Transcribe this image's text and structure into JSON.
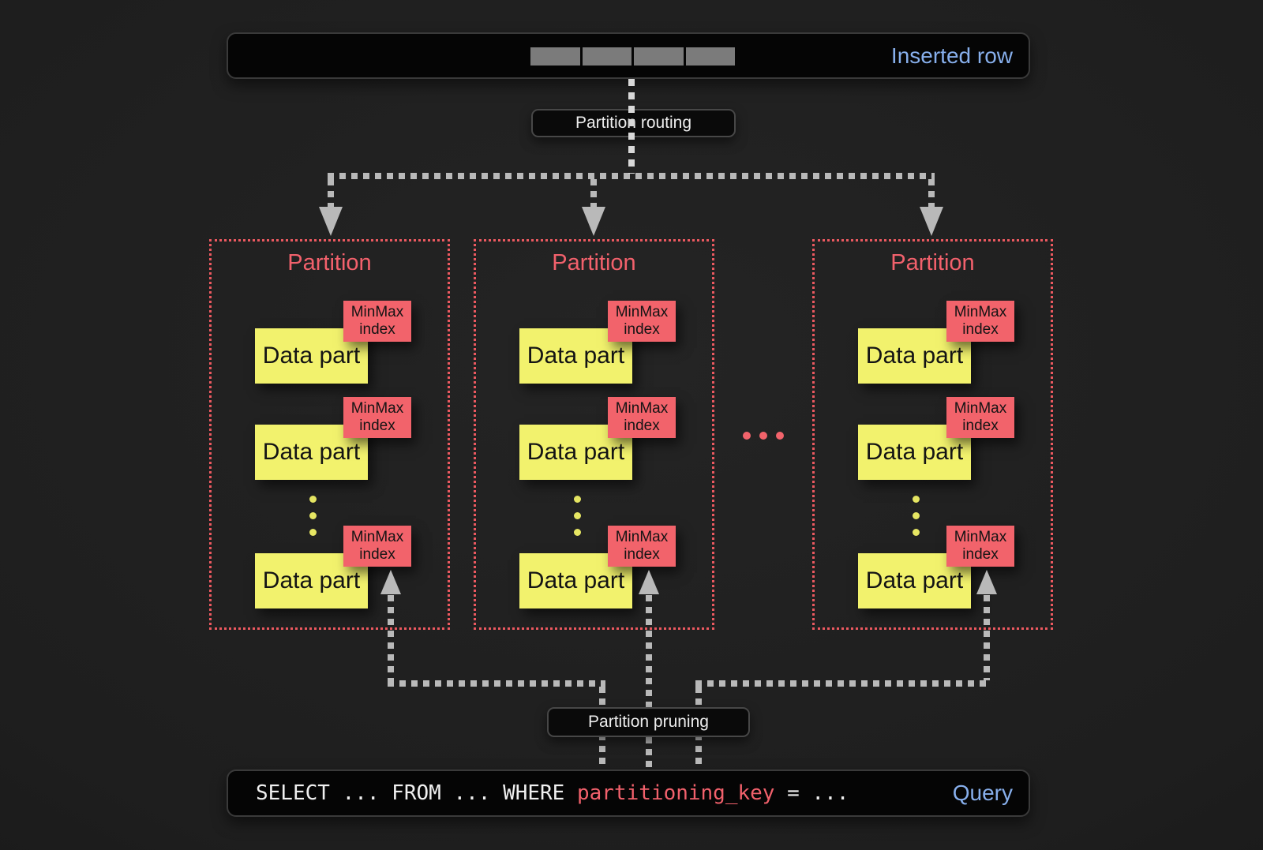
{
  "colors": {
    "bar_bg": "#050505",
    "accent_blue": "#87afec",
    "accent_red": "#f2616c",
    "accent_red_border": "#ec5960",
    "tag_red": "#f2636b",
    "part_yellow": "#f2f26d",
    "dot_yellow": "#e6e663",
    "arrow_gray": "#b9b9b9",
    "line_white": "#d8d8d8",
    "segment_gray": "#7b7b7b",
    "text_white": "#ededed",
    "sql_text": "#f0f0f0"
  },
  "inserted_row_bar": {
    "label": "Inserted row",
    "segments": 4
  },
  "routing_pill": {
    "label": "Partition routing"
  },
  "pruning_pill": {
    "label": "Partition pruning"
  },
  "partitions": [
    {
      "title": "Partition",
      "data_parts": [
        {
          "label": "Data part",
          "tag": "MinMax index"
        },
        {
          "label": "Data part",
          "tag": "MinMax index"
        },
        {
          "label": "Data part",
          "tag": "MinMax index"
        }
      ]
    },
    {
      "title": "Partition",
      "data_parts": [
        {
          "label": "Data part",
          "tag": "MinMax index"
        },
        {
          "label": "Data part",
          "tag": "MinMax index"
        },
        {
          "label": "Data part",
          "tag": "MinMax index"
        }
      ]
    },
    {
      "title": "Partition",
      "data_parts": [
        {
          "label": "Data part",
          "tag": "MinMax index"
        },
        {
          "label": "Data part",
          "tag": "MinMax index"
        },
        {
          "label": "Data part",
          "tag": "MinMax index"
        }
      ]
    }
  ],
  "query_bar": {
    "sql_before": "SELECT ... FROM ... WHERE ",
    "sql_key": "partitioning_key",
    "sql_after": " = ...",
    "label": "Query"
  }
}
